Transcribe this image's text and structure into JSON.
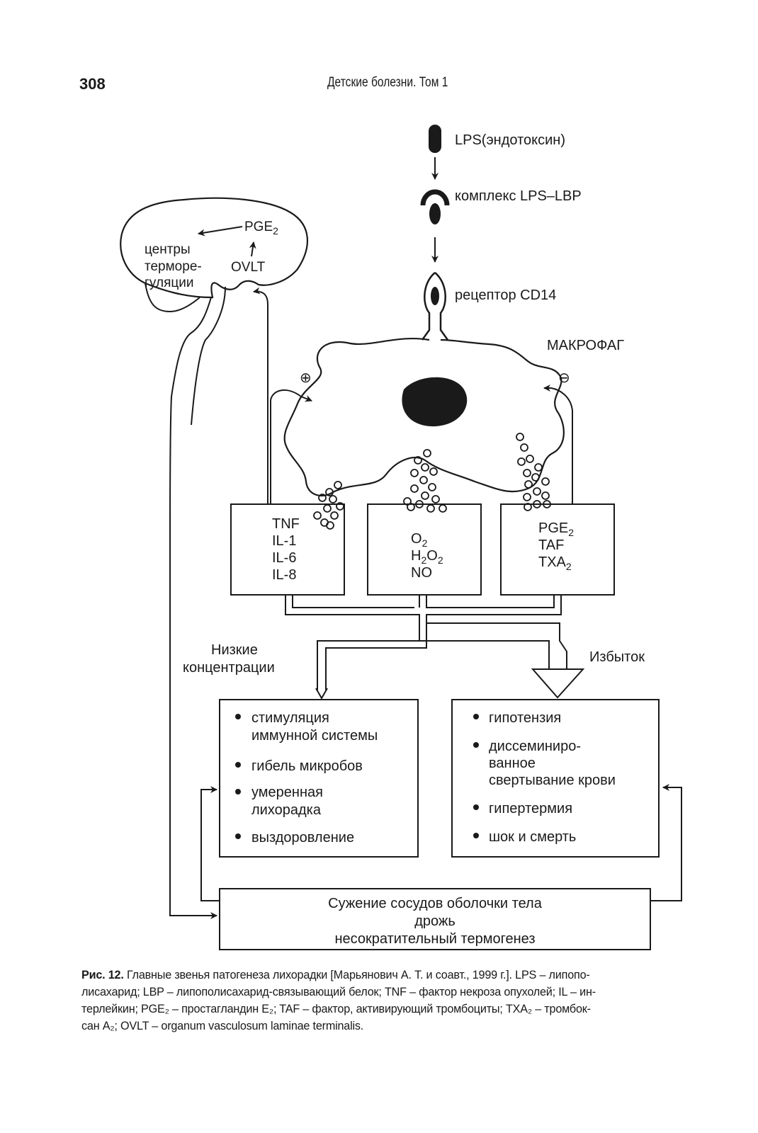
{
  "header": {
    "page_number": "308",
    "running_title": "Детские болезни. Том 1"
  },
  "figure": {
    "lps": "LPS(эндотоксин)",
    "lps_lbp": "комплекс LPS–LBP",
    "cd14": "рецептор CD14",
    "macrophage": "МАКРОФАГ",
    "plus": "⊕",
    "minus": "⊖",
    "brain": {
      "pge2": "PGE",
      "pge2_sub": "2",
      "ovlt": "OVLT",
      "centers": [
        "центры",
        "терморе-",
        "гуляции"
      ]
    },
    "box_cytokines": [
      "TNF",
      "IL-1",
      "IL-6",
      "IL-8"
    ],
    "box_oxygen": [
      {
        "main": "O",
        "sub": "2",
        "rest": ""
      },
      {
        "main": "H",
        "sub": "2",
        "rest": "O",
        "sub2": "2"
      },
      {
        "main": "NO",
        "sub": "",
        "rest": ""
      }
    ],
    "box_mediators": [
      {
        "main": "PGE",
        "sub": "2"
      },
      {
        "main": "TAF",
        "sub": ""
      },
      {
        "main": "TXA",
        "sub": "2"
      }
    ],
    "low_conc": [
      "Низкие",
      "концентрации"
    ],
    "excess": "Избыток",
    "good_outcomes": [
      "стимуляция",
      "иммунной системы",
      "гибель микробов",
      "умеренная",
      "лихорадка",
      "выздоровление"
    ],
    "bad_outcomes": [
      "гипотензия",
      "диссеминиро-",
      "ванное",
      "свертывание крови",
      "гипертермия",
      "шок и смерть"
    ],
    "bottom_box": [
      "Сужение сосудов оболочки тела",
      "дрожь",
      "несократительный  термогенез"
    ]
  },
  "caption": {
    "label": "Рис. 12.",
    "lines": [
      " Главные звенья патогенеза лихорадки [Марьянович А. Т. и соавт., 1999 г.]. LPS – липопо-",
      "лисахарид; LBP – липополисахарид-связывающий белок; TNF – фактор некроза опухолей; IL – ин-",
      "терлейкин; PGE₂ – простагландин E₂; TAF – фактор, активирующий тромбоциты; TXA₂ – тромбок-",
      "сан A₂; OVLT – organum vasculosum laminae terminalis."
    ]
  }
}
